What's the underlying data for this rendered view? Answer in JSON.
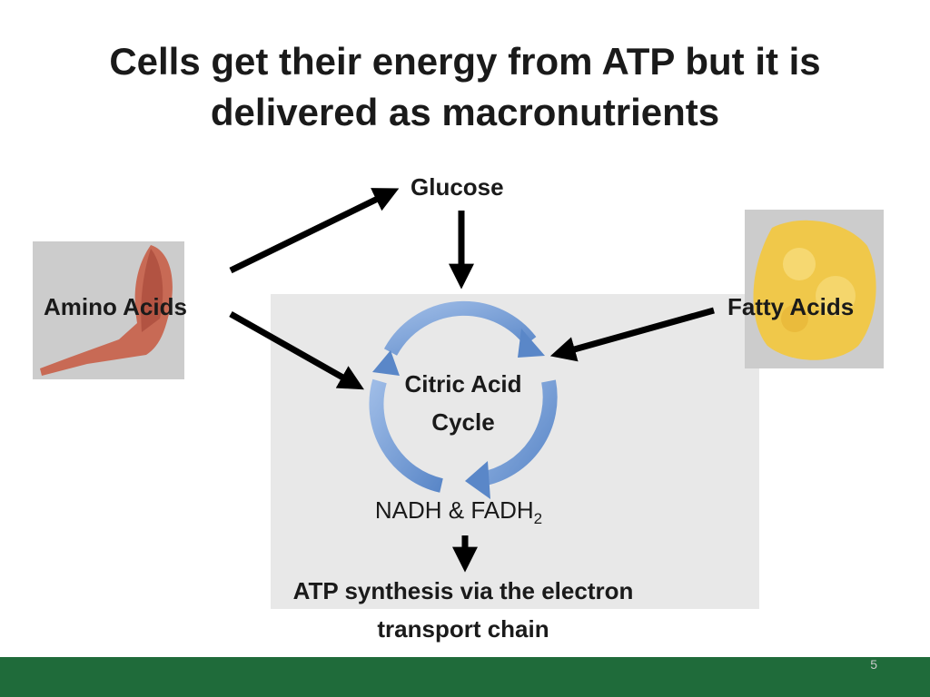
{
  "slide": {
    "title": "Cells get their energy from ATP but it is delivered as macronutrients",
    "page_number": "5"
  },
  "diagram": {
    "glucose": "Glucose",
    "amino_acids": "Amino Acids",
    "fatty_acids": "Fatty Acids",
    "cycle_line1": "Citric Acid",
    "cycle_line2": "Cycle",
    "nadh_prefix": "NADH & FADH",
    "nadh_sub": "2",
    "atp": "ATP synthesis via the electron transport chain"
  },
  "colors": {
    "footer": "#1f6b3a",
    "cycle_arrow": "#6f9bd6",
    "panel": "#e8e8e8"
  },
  "icons": {
    "amino_acids_image": "arm-muscle-icon",
    "fatty_acids_image": "fat-tissue-icon"
  }
}
